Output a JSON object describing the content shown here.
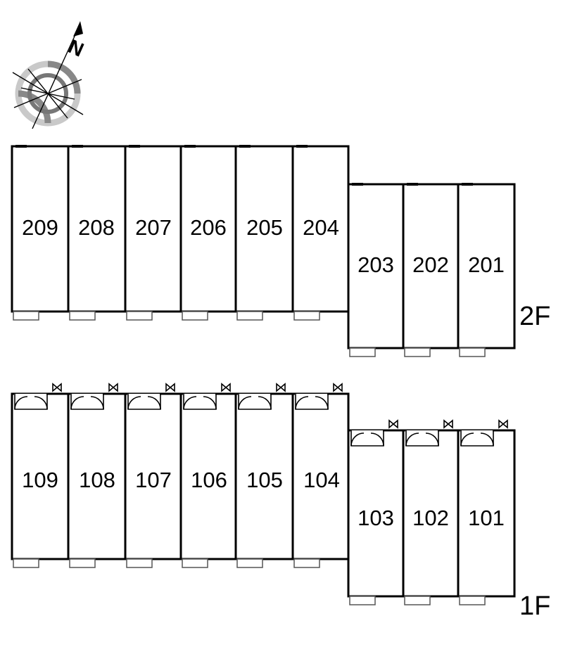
{
  "compass": {
    "north_label": "N"
  },
  "floors": [
    {
      "label": "2F",
      "units": [
        "209",
        "208",
        "207",
        "206",
        "205",
        "204",
        "203",
        "202",
        "201"
      ]
    },
    {
      "label": "1F",
      "units": [
        "109",
        "108",
        "107",
        "106",
        "105",
        "104",
        "103",
        "102",
        "101"
      ]
    }
  ]
}
